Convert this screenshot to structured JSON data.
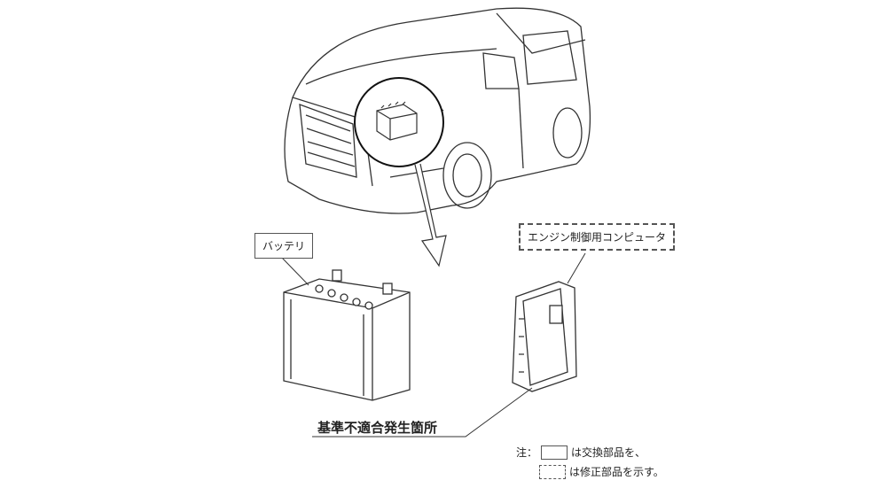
{
  "labels": {
    "battery": "バッテリ",
    "ecu": "エンジン制御用コンピュータ",
    "defect_location": "基準不適合発生箇所"
  },
  "legend": {
    "prefix": "注：",
    "solid_text": "は交換部品を、",
    "dashed_text": "は修正部品を示す。"
  }
}
